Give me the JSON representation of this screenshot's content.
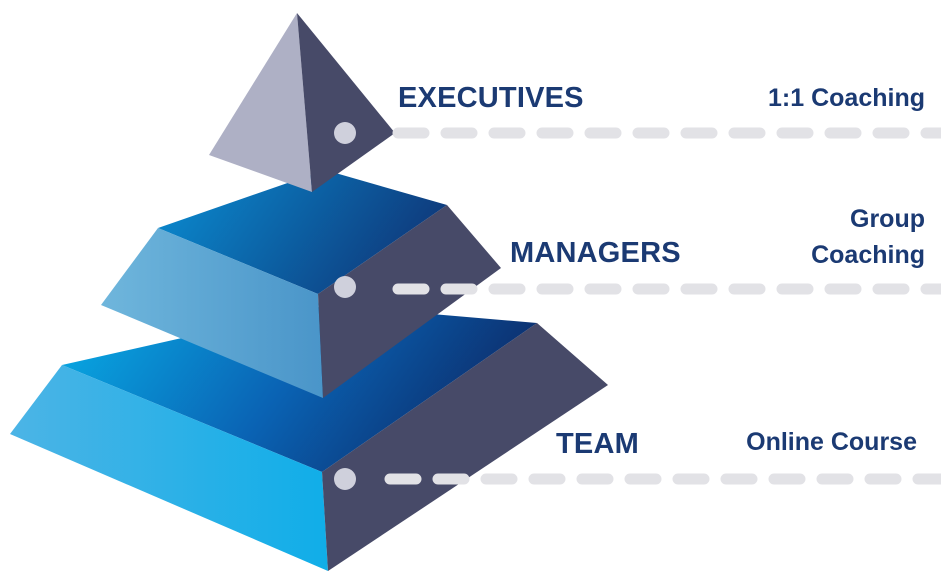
{
  "colors": {
    "label": "#1b3a73",
    "dark_face": "#474a68",
    "apex_light_face": "#aeb0c5",
    "blue_light": "#0aa5e0",
    "blue_mid": "#0a6fbf",
    "blue_dark": "#0e3d80",
    "connector_dash": "#e2e2e6",
    "node_dot": "#cfd0dc"
  },
  "tiers": [
    {
      "id": "executives",
      "name": "EXECUTIVES",
      "service": "1:1 Coaching"
    },
    {
      "id": "managers",
      "name": "MANAGERS",
      "service_lines": [
        "Group",
        "Coaching"
      ]
    },
    {
      "id": "team",
      "name": "TEAM",
      "service": "Online Course"
    }
  ]
}
